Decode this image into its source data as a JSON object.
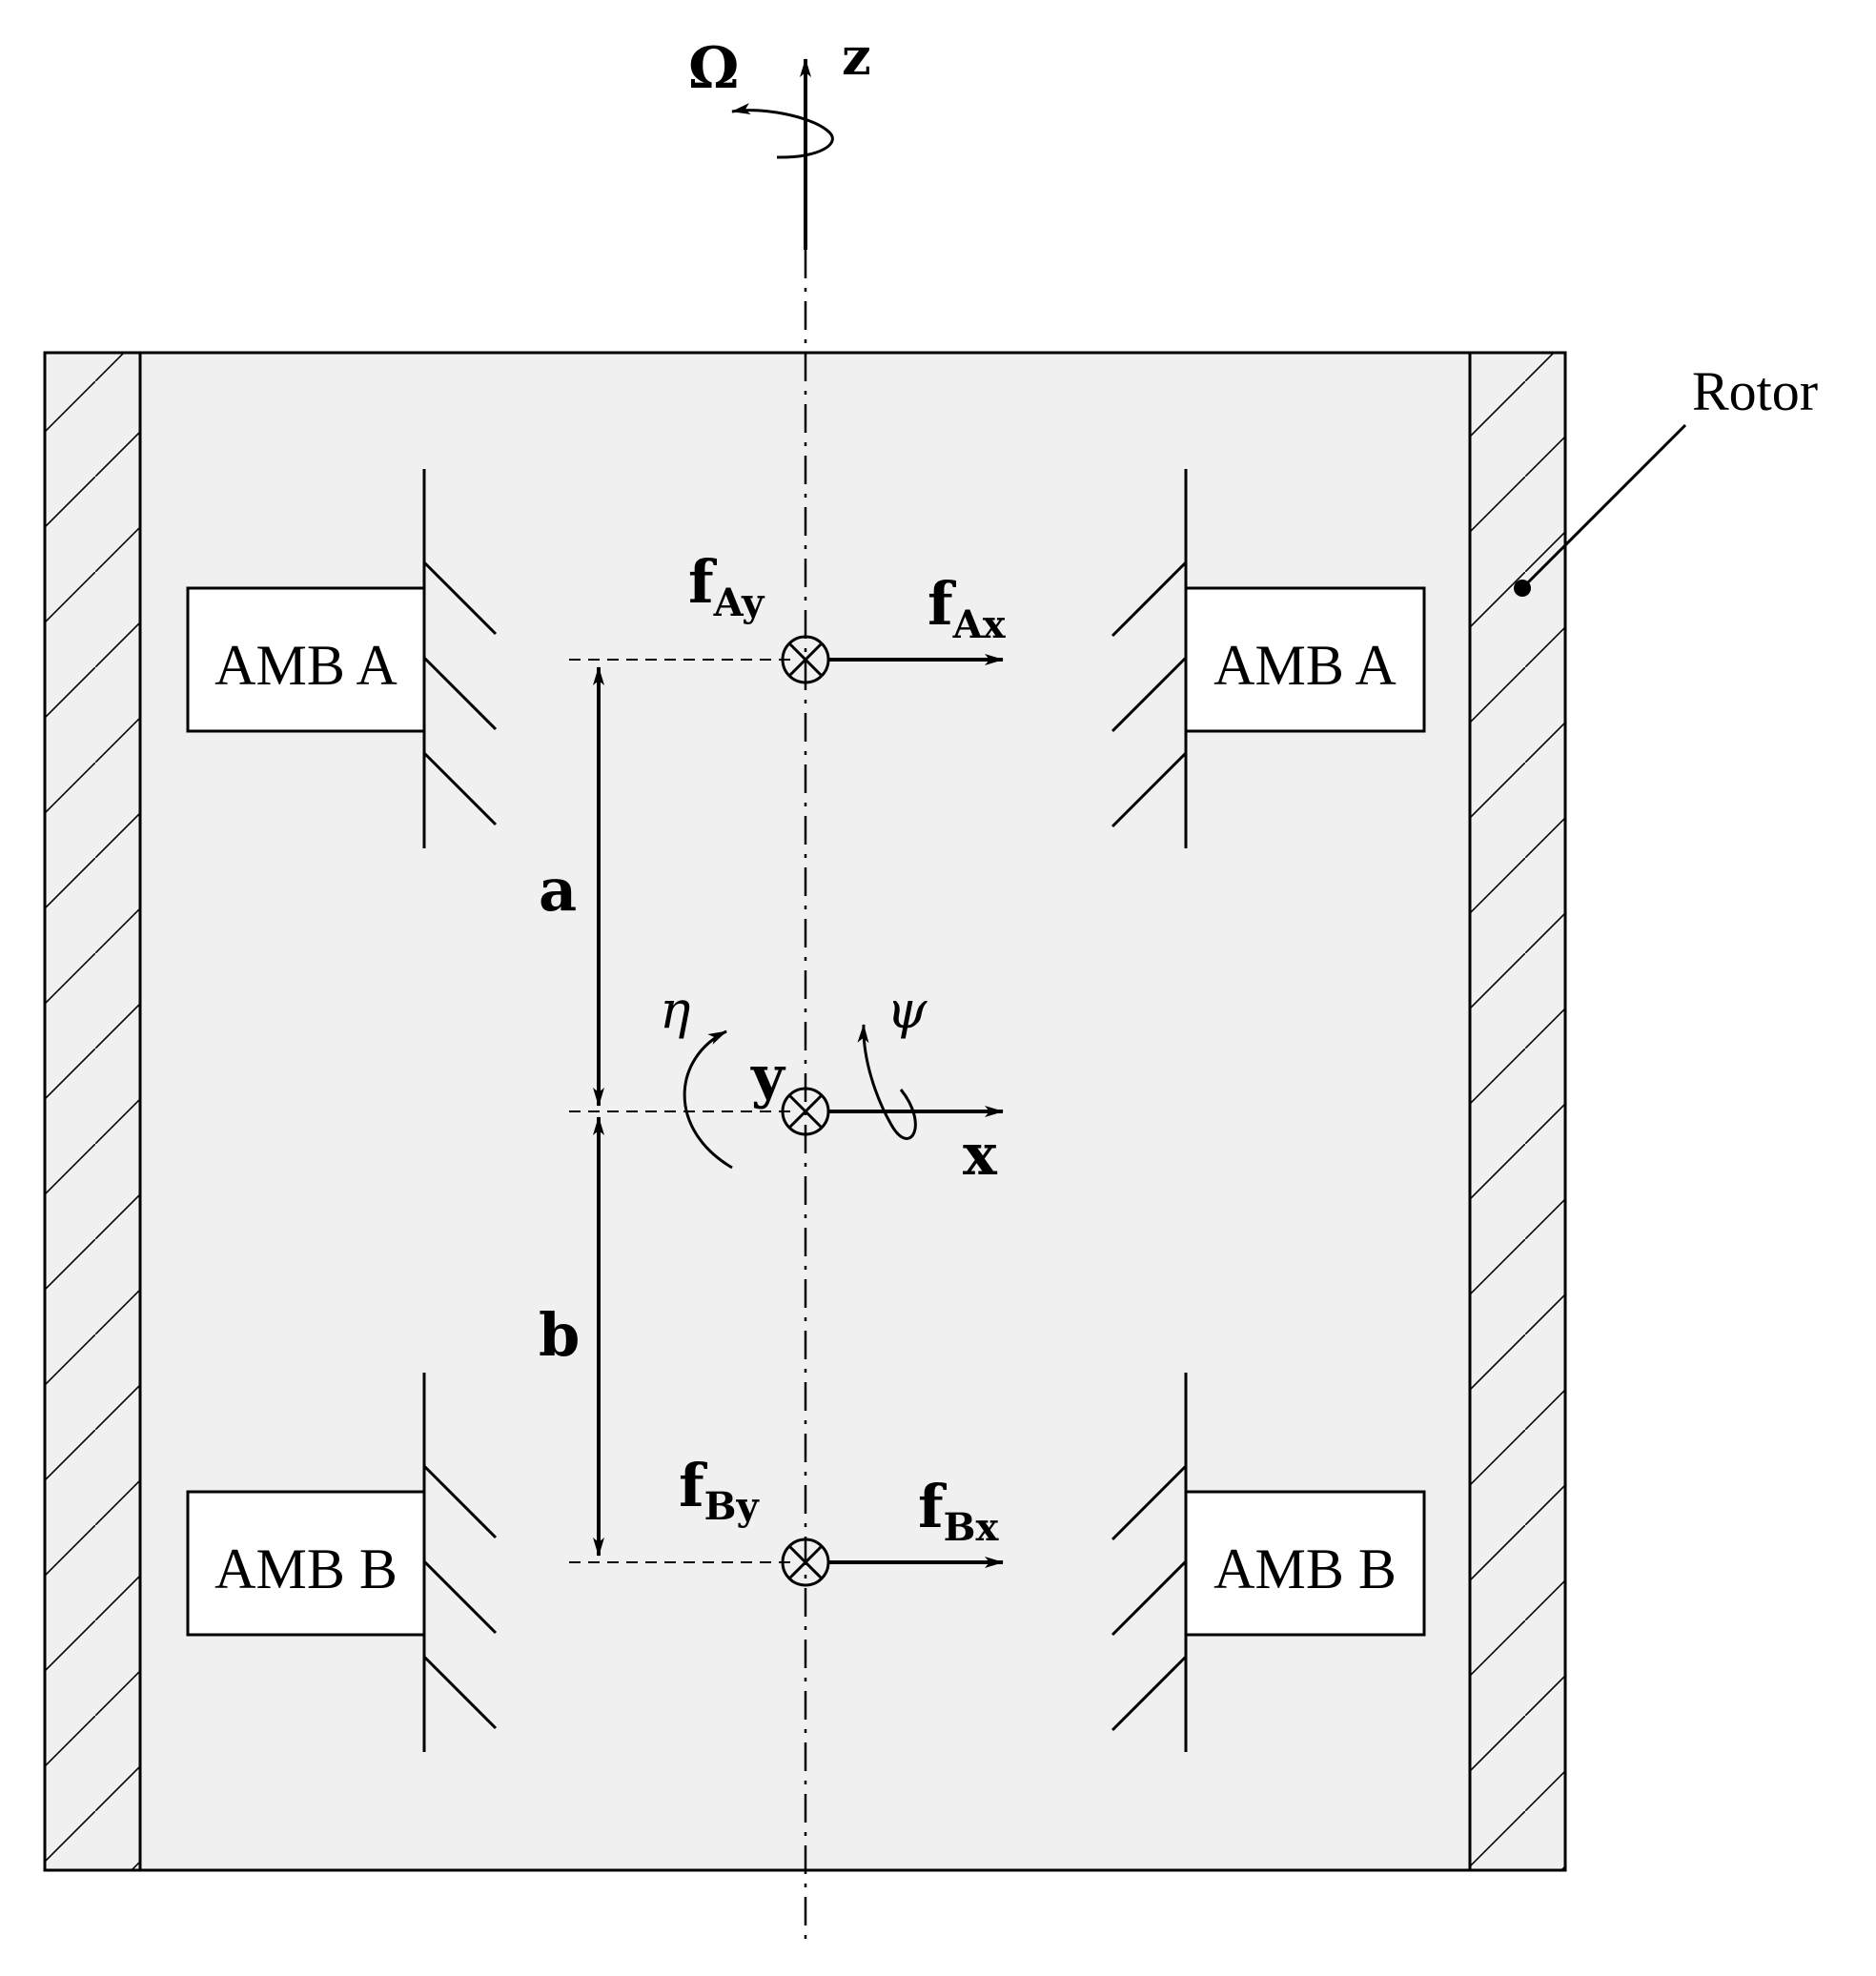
{
  "labels": {
    "rotor": "Rotor",
    "omega": "Ω",
    "z_axis": "z",
    "x_axis": "x",
    "y_axis": "y",
    "eta": "η",
    "psi": "ψ",
    "dist_a": "a",
    "dist_b": "b",
    "f_main": "f",
    "fAy_sub": "Ay",
    "fAx_sub": "Ax",
    "fBy_sub": "By",
    "fBx_sub": "Bx"
  },
  "bearings": {
    "amb_a": "AMB A",
    "amb_b": "AMB B"
  },
  "colors": {
    "rotor_fill": "#f0f0f0",
    "line": "#000000"
  }
}
